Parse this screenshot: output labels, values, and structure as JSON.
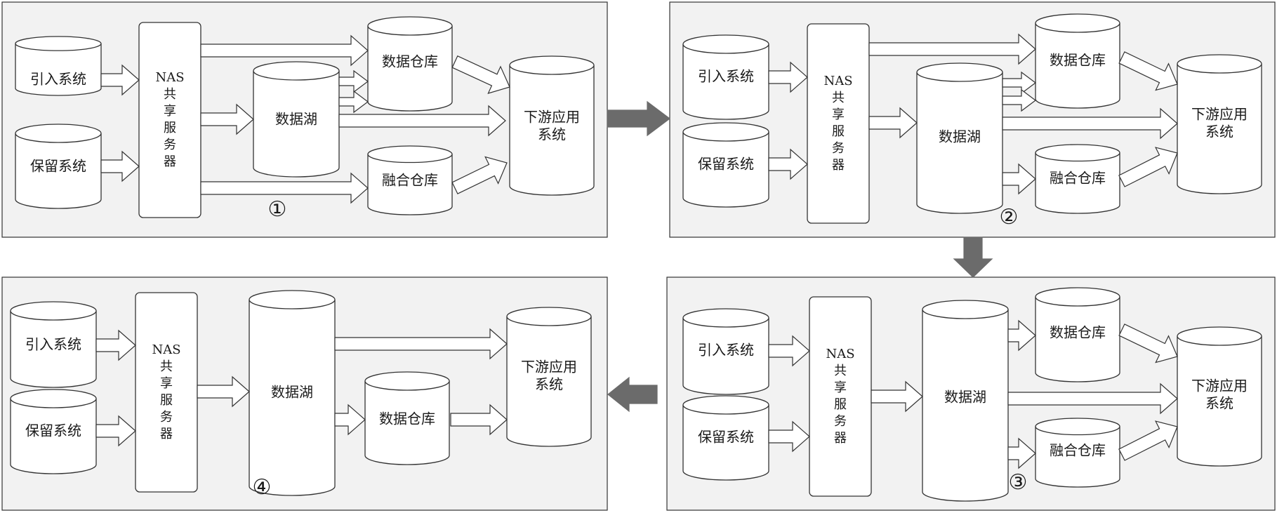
{
  "labels": {
    "intro": "引入系统",
    "retain": "保留系统",
    "nas": [
      "NAS",
      "共",
      "享",
      "服",
      "务",
      "器"
    ],
    "lake": "数据湖",
    "warehouse": "数据仓库",
    "fusion": "融合仓库",
    "downstream_line1": "下游应用",
    "downstream_line2": "系统"
  },
  "step_numbers": [
    "①",
    "②",
    "③",
    "④"
  ],
  "colors": {
    "panel_fill": "#f2f2f2",
    "stroke": "#333333",
    "transition_arrow": "#6b6b6b"
  }
}
